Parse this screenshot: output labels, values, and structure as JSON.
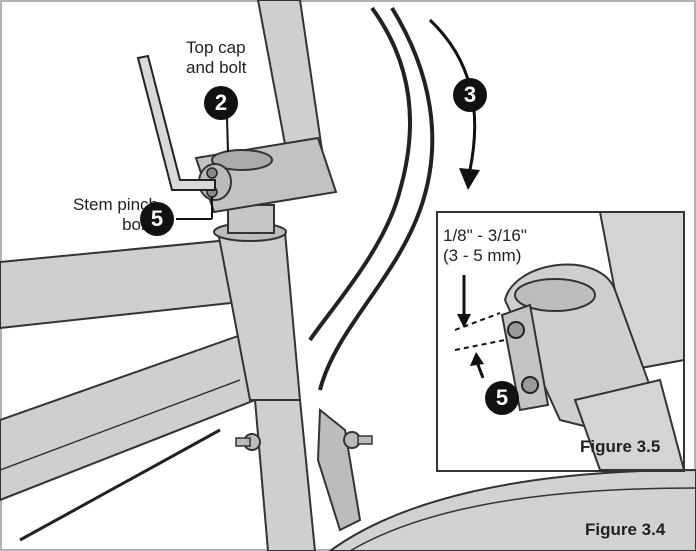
{
  "labels": {
    "top_cap_line1": "Top cap",
    "top_cap_line2": "and bolt",
    "stem_line1": "Stem pinch",
    "stem_line2": "bolts",
    "gap_line1": "1/8\" -  3/16\"",
    "gap_line2": "(3 - 5 mm)"
  },
  "steps": {
    "top_cap": "2",
    "headset_rotate": "3",
    "stem_bolts": "5",
    "inset_bolts": "5"
  },
  "figures": {
    "main": "Figure 3.4",
    "inset": "Figure 3.5"
  },
  "colors": {
    "frame_fill": "#cfcfcf",
    "frame_stroke": "#333333",
    "badge": "#111111",
    "inset_stem": "#d4d4d4"
  },
  "icons": [
    "hex-key-icon",
    "rotation-arrow-icon",
    "gap-arrow-icon"
  ]
}
